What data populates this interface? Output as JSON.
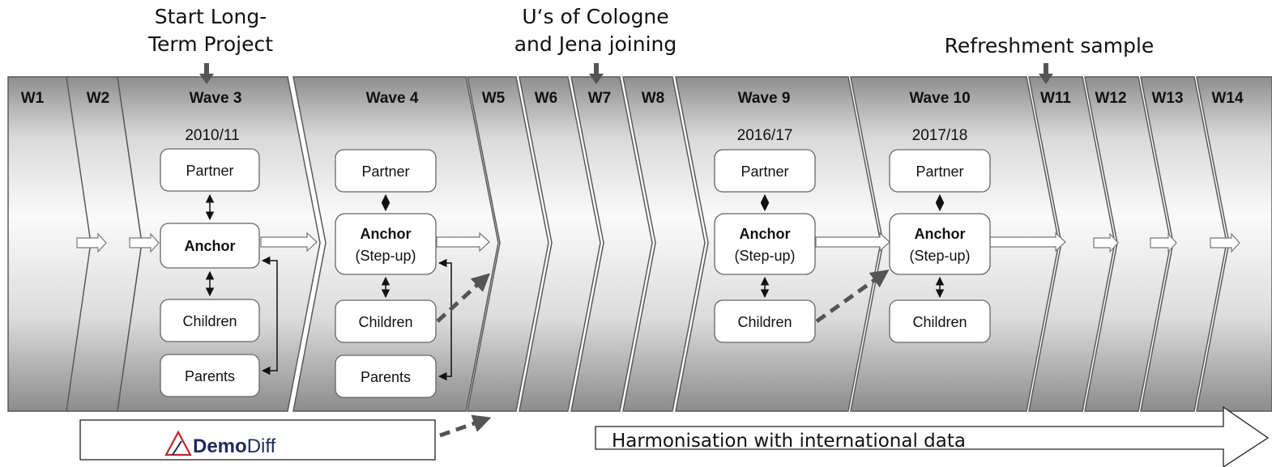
{
  "annotations": {
    "start_line1": "Start Long-",
    "start_line2": "Term Project",
    "cologne_line1": "U‘s of Cologne",
    "cologne_line2": "and Jena joining",
    "refreshment": "Refreshment sample"
  },
  "waves": {
    "w1": "W1",
    "w2": "W2",
    "w3": "Wave 3",
    "w4": "Wave 4",
    "w5": "W5",
    "w6": "W6",
    "w7": "W7",
    "w8": "W8",
    "w9": "Wave 9",
    "w10": "Wave 10",
    "w11": "W11",
    "w12": "W12",
    "w13": "W13",
    "w14": "W14"
  },
  "years": {
    "w3": "2010/11",
    "w9": "2016/17",
    "w10": "2017/18"
  },
  "boxes": {
    "partner": "Partner",
    "anchor": "Anchor",
    "stepup": "(Step-up)",
    "children": "Children",
    "parents": "Parents"
  },
  "demodiff": {
    "demo": "Demo",
    "diff": "Diff"
  },
  "harmonisation": "Harmonisation with international data",
  "colors": {
    "chevron_light": "#fafafa",
    "chevron_dark": "#8e8e8e",
    "dashed_arrow": "#555555",
    "logo_red": "#c1272d",
    "logo_navy": "#1f2a5c"
  }
}
